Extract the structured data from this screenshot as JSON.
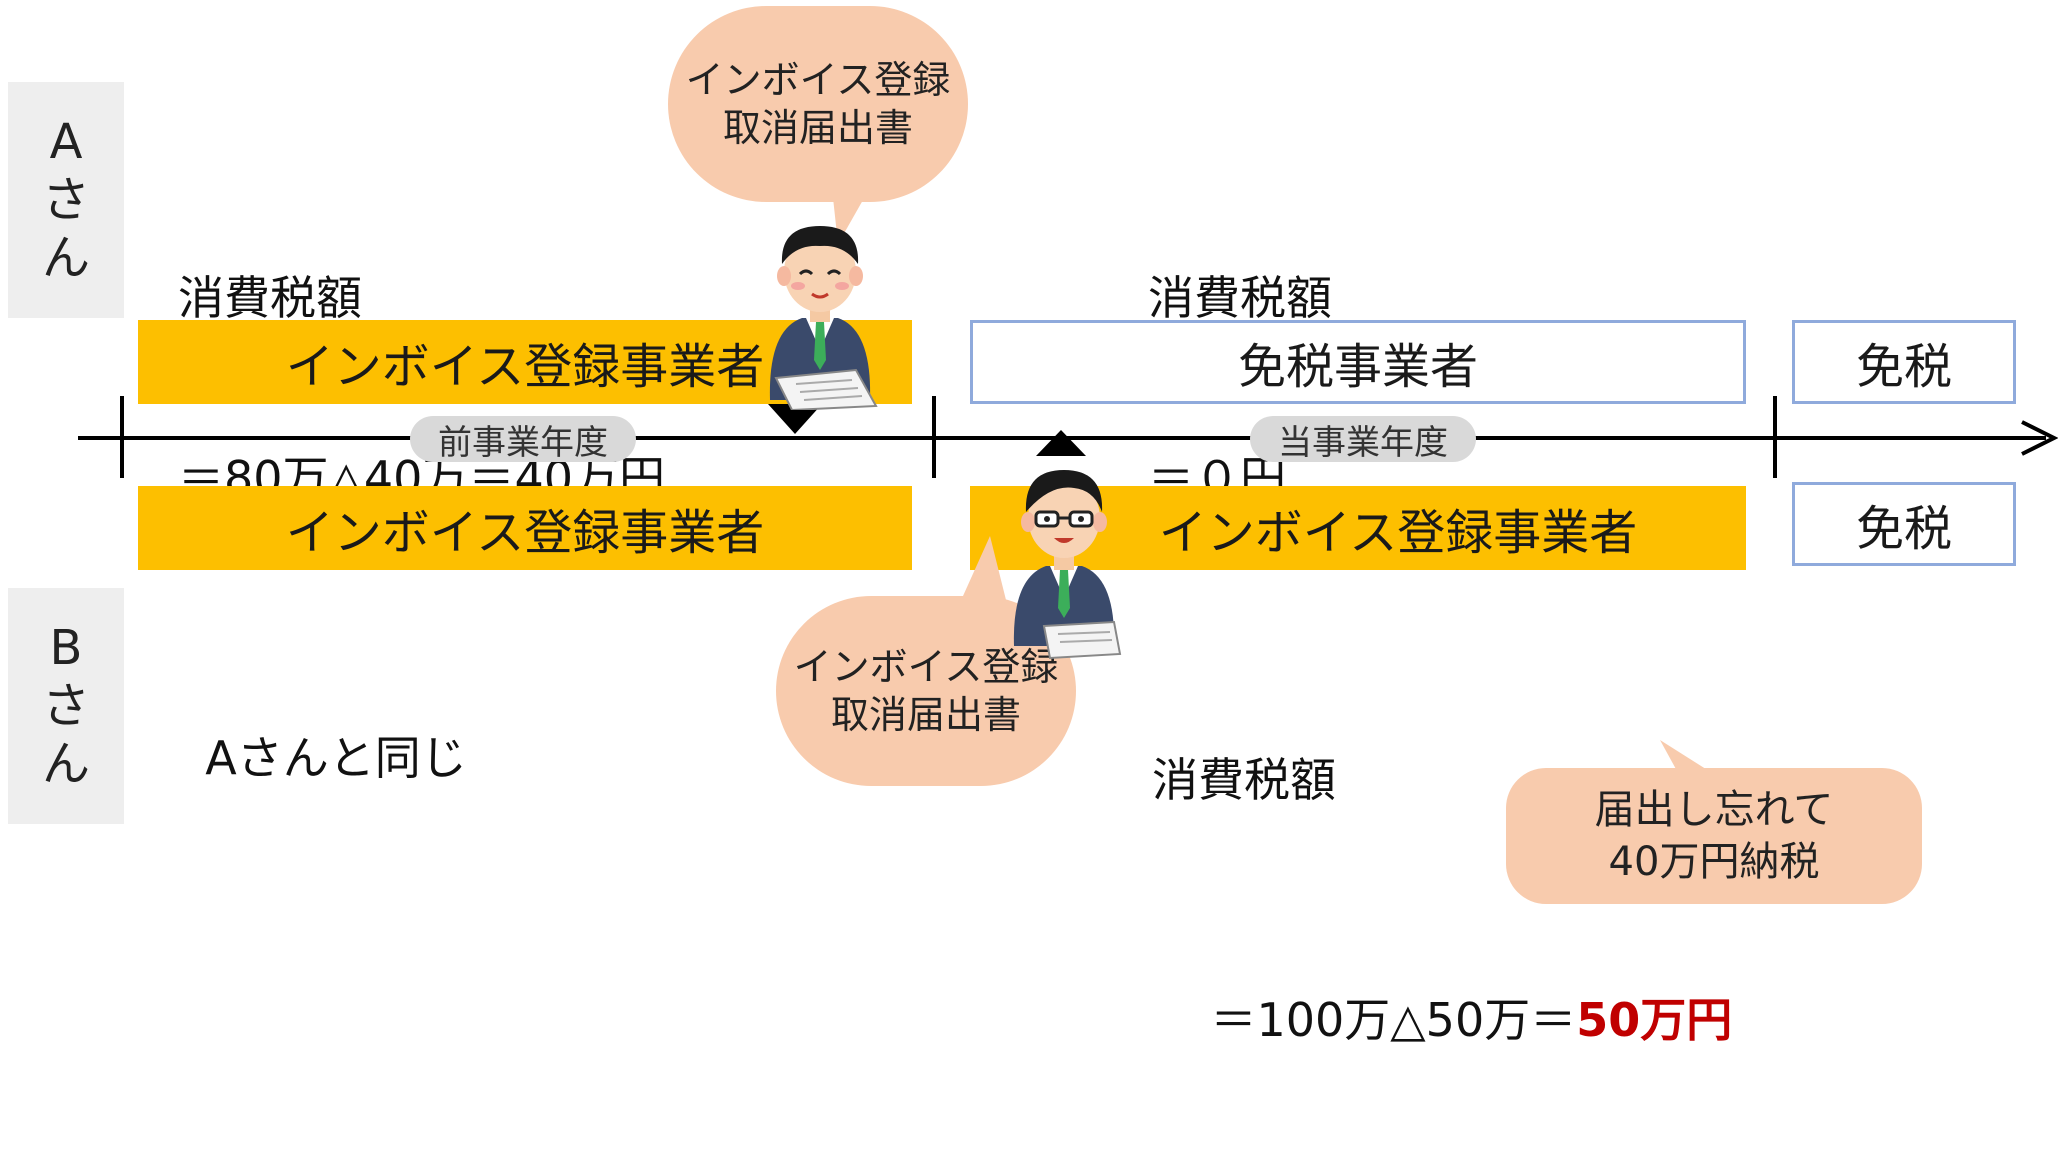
{
  "person_a": {
    "label_line1": "A",
    "label_line2": "さ",
    "label_line3": "ん",
    "prev_tax_title": "消費税額",
    "prev_tax_formula": "＝80万△40万＝40万円",
    "curr_tax_title": "消費税額",
    "curr_tax_formula": "＝０円",
    "bar_prev": "インボイス登録事業者",
    "bar_curr": "免税事業者",
    "bar_next": "免税",
    "bubble_line1": "インボイス登録",
    "bubble_line2": "取消届出書"
  },
  "person_b": {
    "label_line1": "B",
    "label_line2": "さ",
    "label_line3": "ん",
    "same_as_a": "Aさんと同じ",
    "bar_prev": "インボイス登録事業者",
    "bar_curr": "インボイス登録事業者",
    "bar_next": "免税",
    "bubble_line1": "インボイス登録",
    "bubble_line2": "取消届出書",
    "tax_title": "消費税額",
    "tax_formula_prefix": "＝100万△50万＝",
    "tax_formula_result": "50万円",
    "note_line1": "届出し忘れて",
    "note_line2": "40万円納税"
  },
  "timeline": {
    "prev_period": "前事業年度",
    "curr_period": "当事業年度"
  },
  "colors": {
    "orange_bar": "#fdbf00",
    "outline_blue": "#8faadc",
    "bubble": "#f8cbad",
    "highlight_red": "#c00000",
    "pill_gray": "#d9d9d9"
  }
}
